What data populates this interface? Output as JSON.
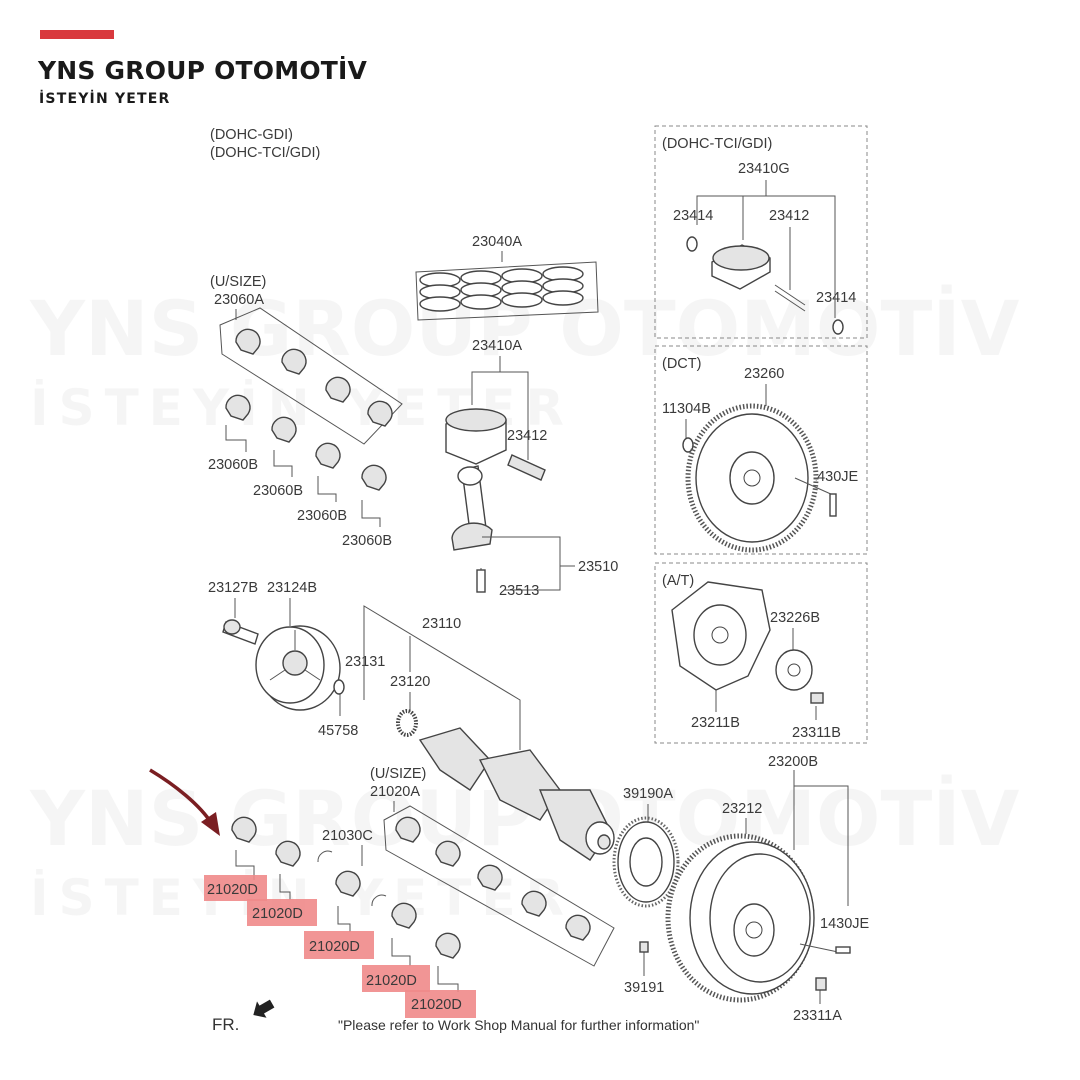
{
  "brand": {
    "title": "YNS GROUP OTOMOTİV",
    "subtitle": "İSTEYİN YETER",
    "accent_color": "#d9393e"
  },
  "watermark": {
    "title": "YNS GROUP OTOMOTİV",
    "subtitle": "İSTEYİN YETER"
  },
  "highlight_color": "#f08a8a",
  "diagram": {
    "variant_labels": {
      "dohc_gdi": "(DOHC-GDI)",
      "dohc_tci_gdi": "(DOHC-TCI/GDI)",
      "box_dohc_tci_gdi": "(DOHC-TCI/GDI)",
      "dct": "(DCT)",
      "at": "(A/T)",
      "usize_upper": "(U/SIZE)",
      "usize_lower": "(U/SIZE)"
    },
    "parts": {
      "p23410G": "23410G",
      "p23414a": "23414",
      "p23412a": "23412",
      "p23414b": "23414",
      "p23040A": "23040A",
      "p23060A": "23060A",
      "p23410A": "23410A",
      "p23412b": "23412",
      "p23060B_1": "23060B",
      "p23060B_2": "23060B",
      "p23060B_3": "23060B",
      "p23060B_4": "23060B",
      "p23260": "23260",
      "p11304B": "11304B",
      "p1430JE_a": "1430JE",
      "p23510": "23510",
      "p23513": "23513",
      "p23127B": "23127B",
      "p23124B": "23124B",
      "p23110": "23110",
      "p23131": "23131",
      "p23120": "23120",
      "p45758": "45758",
      "p23226B": "23226B",
      "p23211B": "23211B",
      "p23311B": "23311B",
      "p23200B": "23200B",
      "p23212": "23212",
      "p21020A": "21020A",
      "p21030C": "21030C",
      "p39190A": "39190A",
      "p1430JE_b": "1430JE",
      "p39191": "39191",
      "p23311A": "23311A"
    },
    "highlighted_parts": [
      "21020D",
      "21020D",
      "21020D",
      "21020D",
      "21020D"
    ],
    "front_label": "FR.",
    "footnote": "\"Please refer to Work Shop Manual for further information\""
  }
}
